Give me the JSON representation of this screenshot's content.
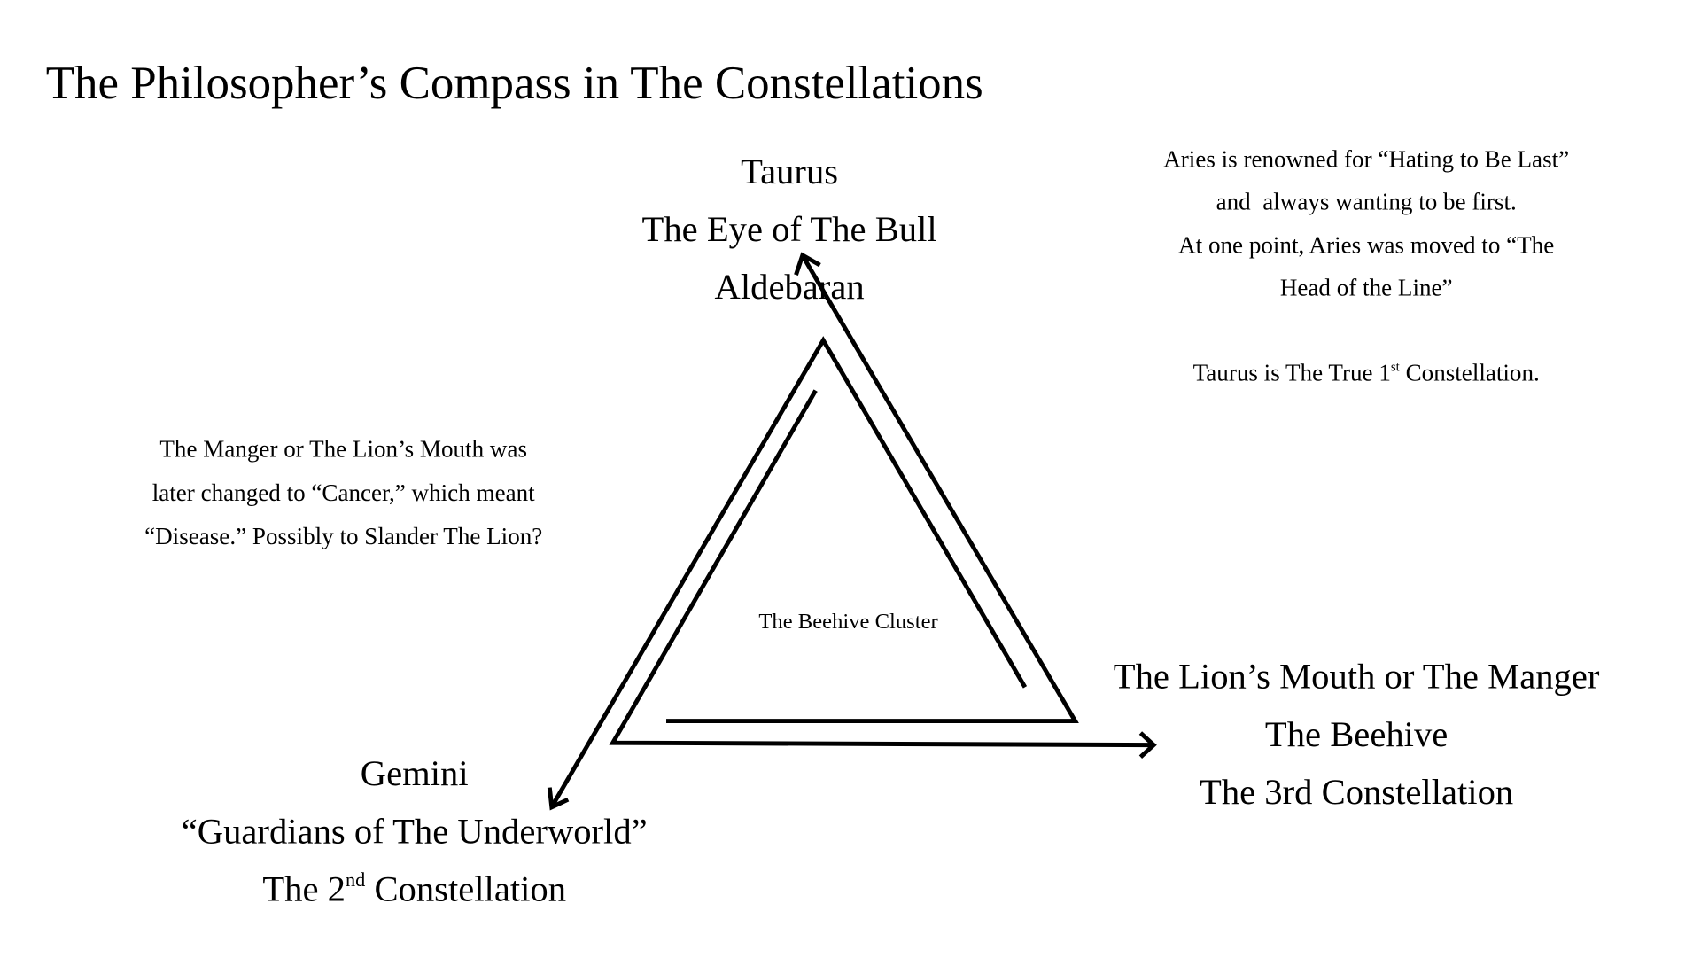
{
  "title": "The Philosopher’s Compass in The Constellations",
  "taurus": {
    "lines": [
      "Taurus",
      "The Eye of The Bull",
      "Aldebaran"
    ]
  },
  "aries_note": {
    "lines": [
      "Aries is renowned for “Hating to Be Last”",
      "and  always wanting to be first.",
      "At one point, Aries was moved to “The",
      "Head of the Line”"
    ],
    "taurus_line_pre": "Taurus is The True 1",
    "taurus_line_sup": "st",
    "taurus_line_post": " Constellation."
  },
  "cancer_note": {
    "lines": [
      "The Manger or The Lion’s Mouth was",
      "later changed to “Cancer,” which meant",
      "“Disease.” Possibly to Slander The Lion?"
    ]
  },
  "center_label": "The Beehive Cluster",
  "leo": {
    "lines": [
      "The Lion’s Mouth or The Manger",
      "The Beehive",
      "The 3rd Constellation"
    ]
  },
  "gemini": {
    "lines": [
      "Gemini",
      "“Guardians of The Underworld”"
    ],
    "third_pre": "The 2",
    "third_sup": "nd",
    "third_post": " Constellation"
  },
  "colors": {
    "ink": "#000000",
    "background": "#ffffff"
  }
}
